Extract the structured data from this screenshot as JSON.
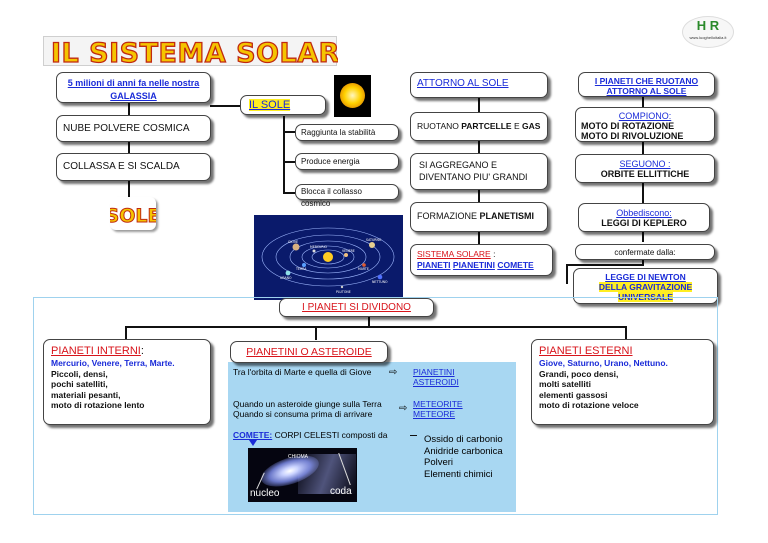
{
  "title": "IL SISTEMA SOLARE",
  "logo": {
    "text": "H R",
    "caption": "www.luoghelloitalia.it"
  },
  "left_column": {
    "galaxy": "5 milioni di anni fa nelle nostra GALASSIA",
    "dust": "NUBE  POLVERE COSMICA",
    "collapse": "COLLASSA E SI SCALDA",
    "sole_badge": "SOLE"
  },
  "sun_branch": {
    "title": "IL SOLE",
    "items": [
      "Raggiunta la stabilità",
      "Produce energia",
      "Blocca il collasso cosmico"
    ]
  },
  "around_sun": {
    "title": "ATTORNO AL SOLE",
    "step1_pre": "RUOTANO ",
    "step1_bold": "PARTCELLE",
    "step1_mid": "  E ",
    "step1_bold2": "GAS",
    "step2": "SI AGGREGANO E DIVENTANO PIU' GRANDI",
    "step3_pre": "FORMAZIONE ",
    "step3_bold": "PLANETISMI",
    "solar_label": "SISTEMA SOLARE",
    "solar_colon": " :",
    "solar_items": [
      "PIANETI",
      "PIANETINI",
      "COMETE"
    ]
  },
  "planets_column": {
    "title": "I PIANETI CHE RUOTANO  ATTORNO AL SOLE",
    "complete_label": "COMPIONO:",
    "complete_1": "MOTO DI ROTAZIONE",
    "complete_2": "MOTO DI RIVOLUZIONE",
    "follow_label": "SEGUONO :",
    "follow_value": "ORBITE ELLITTICHE",
    "obey_label": "Obbediscono:",
    "obey_value": "LEGGI   DI KEPLERO",
    "confirmed": "confermate  dalla:",
    "newton_1": "LEGGE  DI NEWTON",
    "newton_2": "DELLA GRAVITAZIONE",
    "newton_3": "UNIVERSALE"
  },
  "divide": {
    "title": "I PIANETI SI DIVIDONO",
    "interni": {
      "title": "PIANETI  INTERNI",
      "colon": ":",
      "list": "Mercurio, Venere, Terra, Marte.",
      "lines": [
        "Piccoli, densi,",
        "pochi satelliti,",
        "materiali pesanti,",
        "moto di rotazione lento"
      ]
    },
    "asteroidi": {
      "title": "PIANETINI  O ASTEROIDE",
      "row1": "Tra l'orbita di Marte e quella di Giove",
      "row1_target_1": "PIANETINI",
      "row1_target_2": "ASTEROIDI",
      "row2_a": "Quando un asteroide giunge sulla Terra",
      "row2_b": "Quando si consuma prima di arrivare",
      "row2_target_1": "METEORITE",
      "row2_target_2": "METEORE",
      "comete_label": "COMETE:",
      "comete_text": " CORPI CELESTI composti da",
      "components": [
        "Ossido di carbonio",
        "Anidride carbonica",
        "Polveri",
        "Elementi chimici"
      ],
      "photo_labels": {
        "chioma": "CHIOMA",
        "nucleo": "nucleo",
        "coda": "coda"
      }
    },
    "esterni": {
      "title": "PIANETI ESTERNI",
      "list": "Giove, Saturno, Urano, Nettuno.",
      "lines": [
        "Grandi, poco densi,",
        "molti satelliti",
        "elementi gassosi",
        "moto di rotazione veloce"
      ]
    }
  },
  "orbit_labels": [
    "MERCURIO",
    "VENERE",
    "TERRA",
    "MARTE",
    "GIOVE",
    "SATURNO",
    "URANO",
    "NETTUNO",
    "PLUTONE"
  ],
  "colors": {
    "title_fill": "#f5c400",
    "title_stroke": "#c02a10",
    "link_blue": "#1a2bd8",
    "red": "#d8141b",
    "panel_blue": "#a8d7f2",
    "highlight": "#ffee22"
  }
}
